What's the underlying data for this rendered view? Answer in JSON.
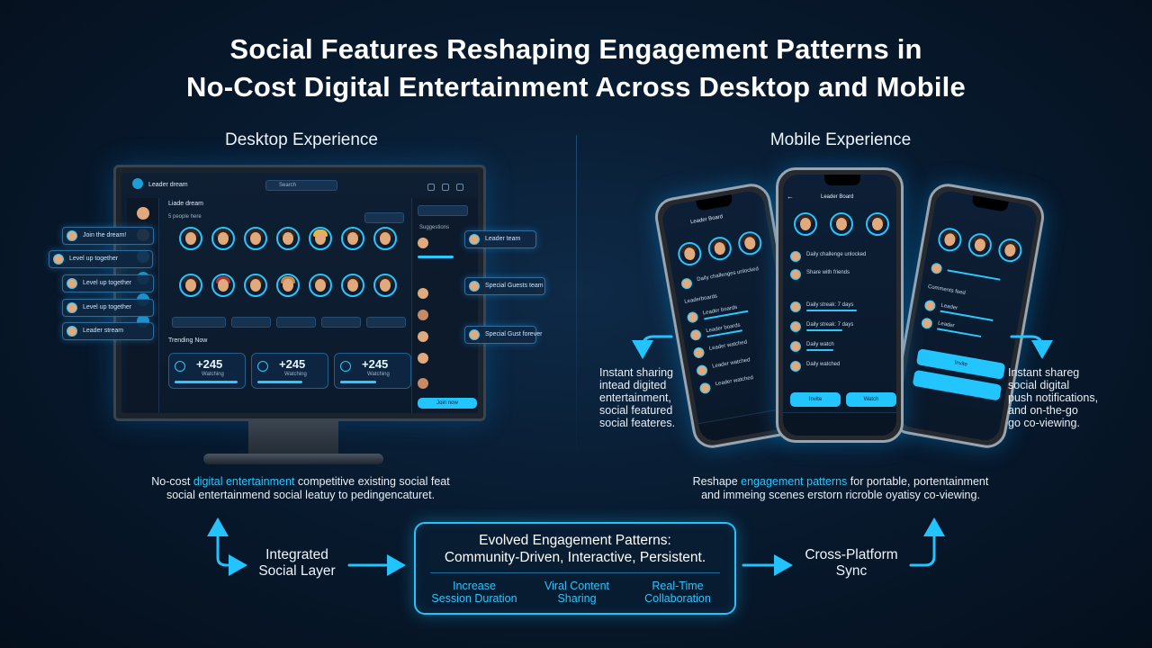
{
  "title_line1": "Social Features Reshaping Engagement Patterns in",
  "title_line2": "No-Cost Digital Entertainment Across Desktop and Mobile",
  "desktop": {
    "heading": "Desktop Experience",
    "app_name": "Leader dream",
    "search": "Search",
    "panel_title": "Liade dream",
    "panel_sub": "5 people here",
    "right_panel": "Suggestions",
    "trending": "Trending Now",
    "stat_value": "+245",
    "stat_label": "Watching",
    "floaters": [
      "Join the dream!",
      "Level up together",
      "Level up together",
      "Level up together",
      "Leader stream"
    ],
    "right_floaters": [
      "Leader team",
      "Special Guests team",
      "Special Gust forever"
    ],
    "button": "Join now",
    "caption_prefix": "No-cost ",
    "caption_hl": "digital entertainment",
    "caption_rest": " competitive existing social feat",
    "caption_line2": "social entertainmend social leatuy to pedingencaturet."
  },
  "mobile": {
    "heading": "Mobile Experience",
    "app_title": "Leader Board",
    "rows_left": [
      "Daily challenges unlocked",
      "Leaderboards",
      "Leader boards",
      "Leader boards",
      "Leader watched",
      "Leader watched",
      "Leader watched"
    ],
    "rows_center": [
      "Daily challenge unlocked",
      "Share with friends",
      "Daily streak: 7 days",
      "Daily streak: 7 days",
      "Daily watch",
      "Daily watched"
    ],
    "rows_right": [
      "Comments feed",
      "Leader",
      "Leader"
    ],
    "btn1": "Invite",
    "btn2": "Watch",
    "btn_right": "Invite",
    "left_note": [
      "Instant sharing",
      "intead digited",
      "entertainment,",
      "social featured",
      "social feateres."
    ],
    "right_note": [
      "Instant shareg",
      "social digital",
      "push notifications,",
      "and on-the-go",
      "go co-viewing."
    ],
    "caption_prefix": "Reshape ",
    "caption_hl": "engagement patterns",
    "caption_rest": " for portable, portentainment",
    "caption_line2": "and immeing scenes erstorn ricroble oyatisy co-viewing."
  },
  "flow": {
    "left": [
      "Integrated",
      "Social Layer"
    ],
    "right": [
      "Cross-Platform",
      "Sync"
    ],
    "box_title": "Evolved Engagement Patterns:",
    "box_sub": "Community-Driven, Interactive, Persistent.",
    "metrics": [
      {
        "l1": "Increase",
        "l2": "Session Duration"
      },
      {
        "l1": "Viral Content",
        "l2": "Sharing"
      },
      {
        "l1": "Real-Time",
        "l2": "Collaboration"
      }
    ]
  },
  "colors": {
    "accent": "#22c3ff",
    "background": "#081b30"
  }
}
